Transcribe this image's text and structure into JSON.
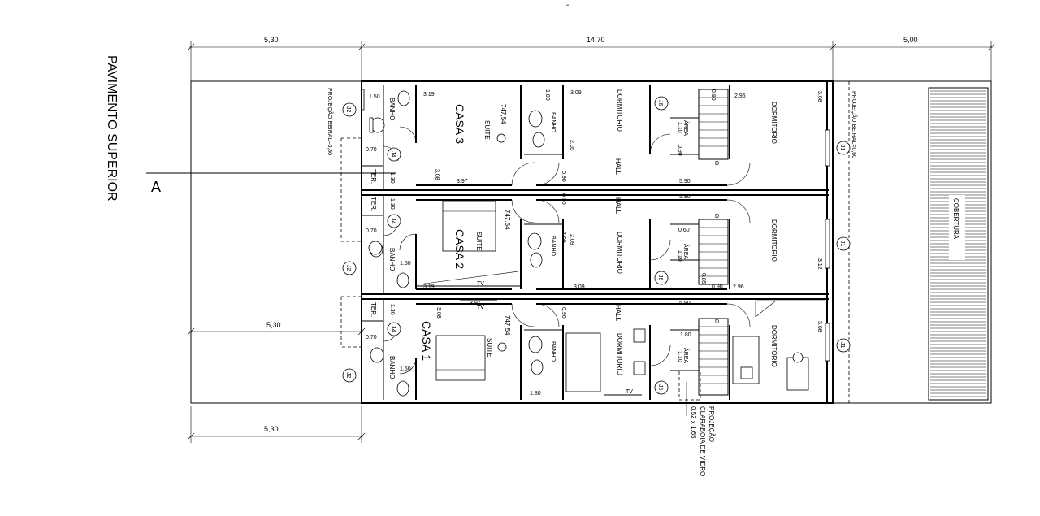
{
  "title": "PAVIMENTO SUPERIOR",
  "section_marker": "A",
  "top_mark": "-",
  "dimensions": {
    "left": "5,30",
    "middle": "14,70",
    "right": "5,00",
    "bottom": "5,30",
    "mid_left": "5,30"
  },
  "houses": {
    "casa1": "CASA 1",
    "casa2": "CASA 2",
    "casa3": "CASA 3"
  },
  "rooms": {
    "suite": "SUITE",
    "dormitorio": "DORMITORIO",
    "banho": "BANHO",
    "hall": "HALL",
    "terraco": "TER.",
    "area": "ÁREA",
    "tv": "TV"
  },
  "levels": {
    "l1": "747,54",
    "l2": "747,54",
    "l3": "747,54"
  },
  "window_tags": {
    "j1": "J1",
    "j2": "J2",
    "j4": "J4",
    "j6": "J6"
  },
  "projecoes": {
    "beiral_left": "PROJEÇÃO BEIRAL=0,80",
    "beiral_right": "PROJEÇÃO BEIRAL=0,60",
    "claraboia_1": "PROJEÇÃO",
    "claraboia_2": "CLARABOIA DE VIDRO",
    "claraboia_3": "0,52 x 1,65"
  },
  "cobertura": "COBERTURA",
  "measurements": {
    "m150": "1.50",
    "m130": "1.30",
    "m070": "0.70",
    "m319": "3.19",
    "m397": "3.97",
    "m308": "3.08",
    "m309": "3.09",
    "m312": "3.12",
    "m296": "2.96",
    "m590": "5.90",
    "m090": "0.90",
    "m060": "0.60",
    "m110": "1.10",
    "m205": "2.05",
    "m209": "2.09",
    "m085": "0.85",
    "m180": "1.80",
    "d": "D"
  }
}
